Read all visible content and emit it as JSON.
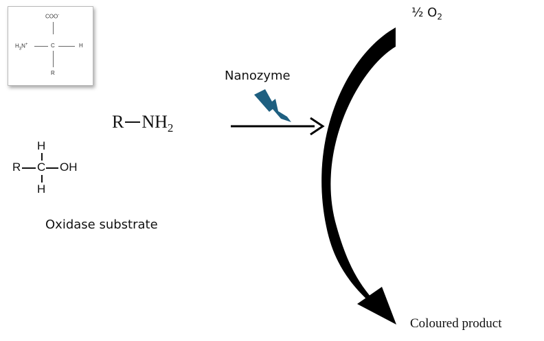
{
  "amino_acid_box": {
    "carboxylate": "COO",
    "carboxylate_charge": "-",
    "amine_h": "H",
    "amine_h_sub": "3",
    "amine_n": "N",
    "amine_charge": "+",
    "alpha_carbon": "C",
    "hydrogen": "H",
    "side_chain": "R"
  },
  "amine": {
    "r": "R",
    "nh": "NH",
    "nh_sub": "2"
  },
  "alcohol": {
    "r": "R",
    "c": "C",
    "oh": "OH",
    "h_top": "H",
    "h_bottom": "H"
  },
  "caption": "Oxidase substrate",
  "catalyst_label": "Nanozyme",
  "oxygen": {
    "prefix": "½ O",
    "sub": "2"
  },
  "product_label": "Coloured product",
  "colors": {
    "lightning": "#1e5f80",
    "arrow": "#000000"
  }
}
